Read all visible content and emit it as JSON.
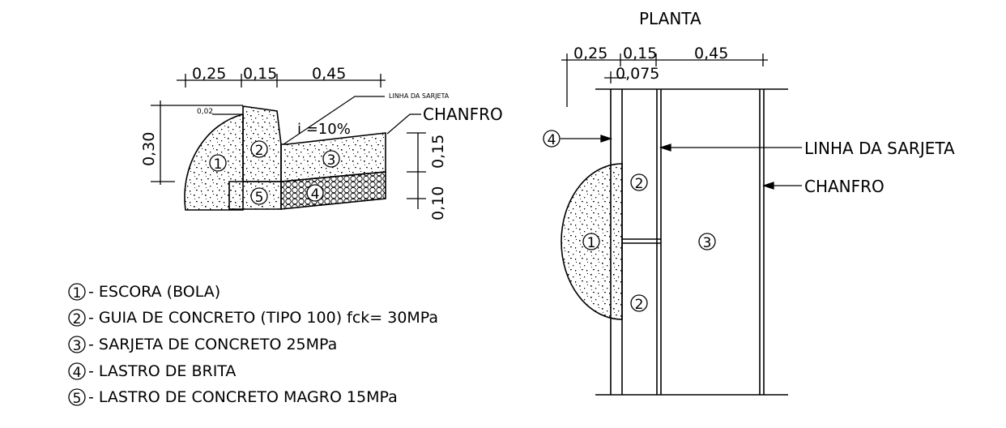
{
  "section": {
    "dim_top_1": "0,25",
    "dim_top_2": "0,15",
    "dim_top_3": "0,45",
    "dim_small": "0,02",
    "dim_height": "0,30",
    "dim_right_1": "0,15",
    "dim_right_2": "0,10",
    "slope_label": "i =10%",
    "callout_sarjeta": "LINHA DA SARJETA",
    "callout_chanfro": "CHANFRO",
    "markers": [
      "1",
      "2",
      "3",
      "4",
      "5"
    ]
  },
  "plan": {
    "title": "PLANTA",
    "dim_top_1": "0,25",
    "dim_top_2": "0,15",
    "dim_top_3": "0,45",
    "dim_small": "0,075",
    "callout_sarjeta": "LINHA DA SARJETA",
    "callout_chanfro": "CHANFRO",
    "markers": [
      "4",
      "2",
      "2",
      "1",
      "3"
    ]
  },
  "legend": [
    {
      "num": "1",
      "text": "- ESCORA (BOLA)"
    },
    {
      "num": "2",
      "text": "- GUIA DE CONCRETO (TIPO 100) fck= 30MPa"
    },
    {
      "num": "3",
      "text": "- SARJETA DE CONCRETO 25MPa"
    },
    {
      "num": "4",
      "text": "- LASTRO DE BRITA"
    },
    {
      "num": "5",
      "text": "- LASTRO DE CONCRETO MAGRO 15MPa"
    }
  ]
}
